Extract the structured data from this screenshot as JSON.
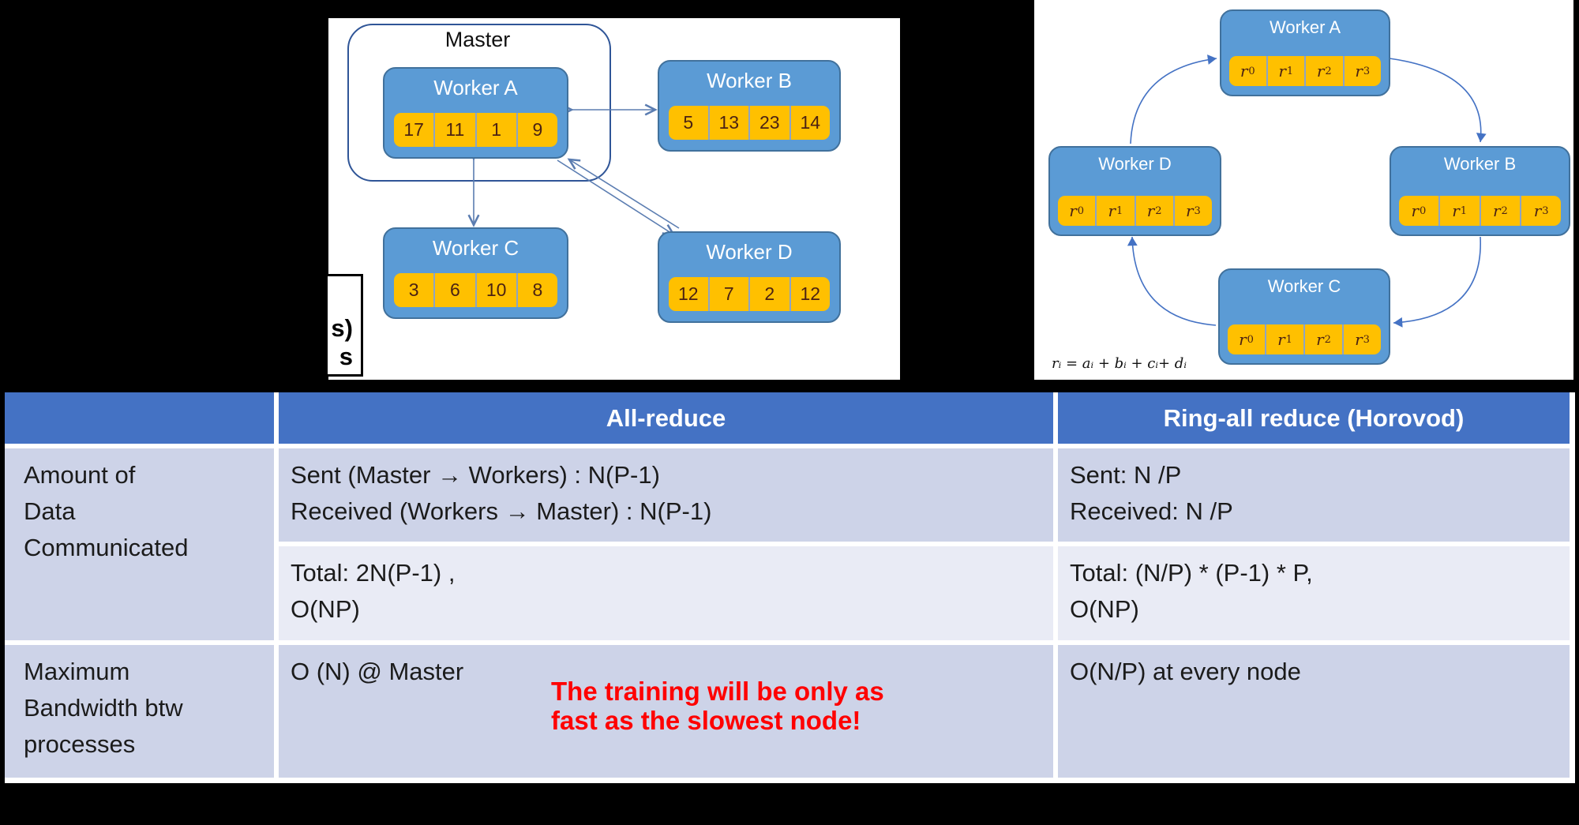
{
  "left_diagram": {
    "master_label": "Master",
    "workers": [
      {
        "name": "Worker A",
        "cells": [
          "17",
          "11",
          "1",
          "9"
        ]
      },
      {
        "name": "Worker B",
        "cells": [
          "5",
          "13",
          "23",
          "14"
        ]
      },
      {
        "name": "Worker C",
        "cells": [
          "3",
          "6",
          "10",
          "8"
        ]
      },
      {
        "name": "Worker D",
        "cells": [
          "12",
          "7",
          "2",
          "12"
        ]
      }
    ],
    "cutoff_text_lines": [
      "s)",
      "s"
    ]
  },
  "ring_diagram": {
    "workers": [
      {
        "name": "Worker A",
        "cells": [
          {
            "b": "r",
            "s": "0"
          },
          {
            "b": "r",
            "s": "1"
          },
          {
            "b": "r",
            "s": "2"
          },
          {
            "b": "r",
            "s": "3"
          }
        ]
      },
      {
        "name": "Worker B",
        "cells": [
          {
            "b": "r",
            "s": "0"
          },
          {
            "b": "r",
            "s": "1"
          },
          {
            "b": "r",
            "s": "2"
          },
          {
            "b": "r",
            "s": "3"
          }
        ]
      },
      {
        "name": "Worker C",
        "cells": [
          {
            "b": "r",
            "s": "0"
          },
          {
            "b": "r",
            "s": "1"
          },
          {
            "b": "r",
            "s": "2"
          },
          {
            "b": "r",
            "s": "3"
          }
        ]
      },
      {
        "name": "Worker D",
        "cells": [
          {
            "b": "r",
            "s": "0"
          },
          {
            "b": "r",
            "s": "1"
          },
          {
            "b": "r",
            "s": "2"
          },
          {
            "b": "r",
            "s": "3"
          }
        ]
      }
    ],
    "formula": "rᵢ = aᵢ + bᵢ + cᵢ+ dᵢ"
  },
  "table": {
    "headers": [
      "",
      "All-reduce",
      "Ring-all reduce (Horovod)"
    ],
    "rows": {
      "amount_label_lines": [
        "Amount of",
        "Data",
        "Communicated"
      ],
      "allreduce_sent_lines": [
        "Sent (Master → Workers) : N(P-1)",
        "Received (Workers → Master) : N(P-1)"
      ],
      "ring_sent_lines": [
        "Sent: N /P",
        "Received: N /P"
      ],
      "allreduce_total_lines": [
        "Total: 2N(P-1) ,",
        "O(NP)"
      ],
      "ring_total_lines": [
        "Total: (N/P) * (P-1) * P,",
        "O(NP)"
      ],
      "bandwidth_label_lines": [
        "Maximum",
        "Bandwidth btw",
        "processes"
      ],
      "allreduce_bandwidth": "O (N) @ Master",
      "ring_bandwidth": "O(N/P) at every node"
    },
    "annotation_lines": [
      "The training will be only as",
      "fast as the slowest node!"
    ]
  },
  "colors": {
    "header_blue": "#4472C4",
    "worker_blue": "#5B9BD5",
    "worker_border": "#41719C",
    "cell_yellow": "#FFC000",
    "row_dark": "#CDD3E8",
    "row_light": "#E9EBF5",
    "annotation_red": "#FF0000",
    "background": "#000000"
  }
}
